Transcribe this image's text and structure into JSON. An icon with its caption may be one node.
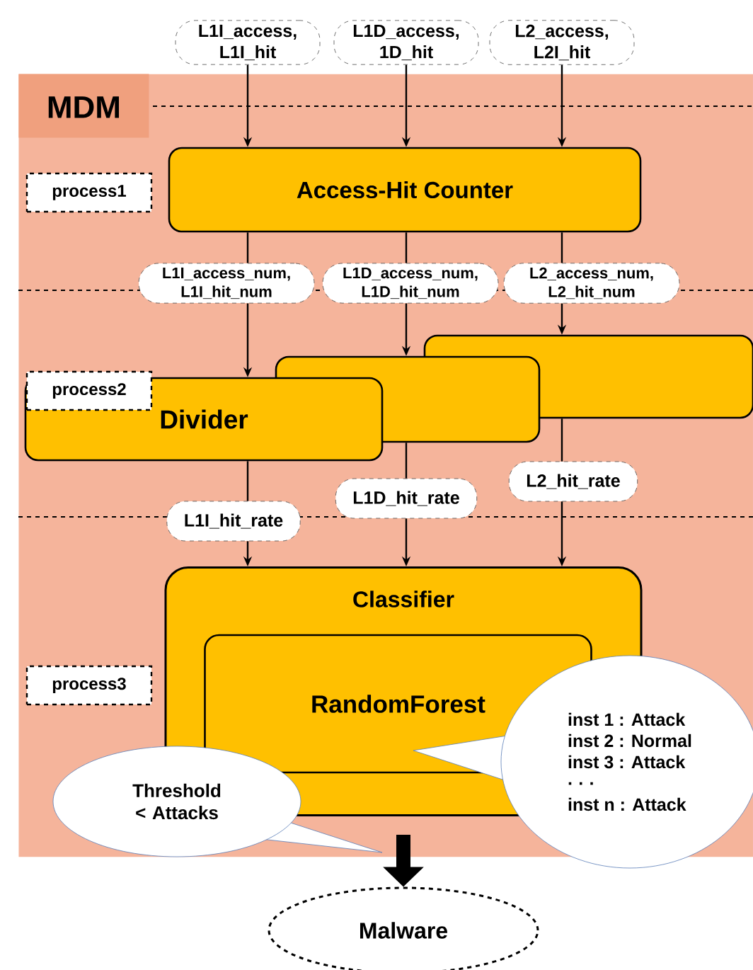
{
  "diagram": {
    "nodes": [
      {
        "text": [
          "MDM"
        ]
      },
      {
        "text": [
          "L1I_access, L1I_hit"
        ]
      },
      {
        "text": [
          "L1D_access, 1D_hit"
        ]
      },
      {
        "text": [
          "L2_access, L2I_hit"
        ]
      },
      {
        "text": [
          "process1"
        ],
        "in": 0
      },
      {
        "text": [
          "Access-Hit Counter"
        ],
        "in": 0
      },
      {
        "text": [
          "L1I_access_num, L1I_hit_num"
        ],
        "in": 0
      },
      {
        "text": [
          "L1D_access_num, L1D_hit_num"
        ],
        "in": 0
      },
      {
        "text": [
          "L2_access_num, L2_hit_num"
        ],
        "in": 0
      },
      {
        "text": [],
        "shape": "box",
        "in": 0
      },
      {
        "text": [],
        "shape": "box",
        "in": 0
      },
      {
        "text": [
          "Divider"
        ],
        "in": 0
      },
      {
        "text": [
          "process2"
        ],
        "in": 0
      },
      {
        "text": [
          "L1I_hit_rate"
        ],
        "in": 0
      },
      {
        "text": [
          "L1D_hit_rate"
        ],
        "in": 0
      },
      {
        "text": [
          "L2_hit_rate"
        ],
        "in": 0
      },
      {
        "text": [
          "Classifier"
        ],
        "in": 0
      },
      {
        "text": [
          "RandomForest"
        ],
        "in": 16
      },
      {
        "text": [
          "process3"
        ],
        "in": 0
      },
      {
        "text": [
          "inst 1 : Attack",
          "inst 2 : Normal",
          "inst 3 : Attack",
          "· · ·",
          "inst n : Attack"
        ]
      },
      {
        "text": [
          "Threshold < Attacks"
        ],
        "in": 0
      },
      {
        "text": [
          "Malware"
        ]
      }
    ],
    "edges": [
      {
        "from": 1,
        "to": 5,
        "arrow": "to"
      },
      {
        "from": 2,
        "to": 5,
        "arrow": "to"
      },
      {
        "from": 3,
        "to": 5,
        "arrow": "to"
      },
      {
        "from": 5,
        "to": 6,
        "arrow": "none"
      },
      {
        "from": 6,
        "to": 11,
        "arrow": "to"
      },
      {
        "from": 5,
        "to": 7,
        "arrow": "none"
      },
      {
        "from": 7,
        "to": 10,
        "arrow": "to"
      },
      {
        "from": 5,
        "to": 8,
        "arrow": "none"
      },
      {
        "from": 8,
        "to": 9,
        "arrow": "to"
      },
      {
        "from": 11,
        "to": 13,
        "arrow": "none"
      },
      {
        "from": 13,
        "to": 16,
        "arrow": "to"
      },
      {
        "from": 10,
        "to": 14,
        "arrow": "none"
      },
      {
        "from": 14,
        "to": 16,
        "arrow": "to"
      },
      {
        "from": 9,
        "to": 15,
        "arrow": "none"
      },
      {
        "from": 15,
        "to": 16,
        "arrow": "to"
      },
      {
        "from": 16,
        "to": 21,
        "arrow": "to",
        "style": "thick"
      }
    ]
  }
}
